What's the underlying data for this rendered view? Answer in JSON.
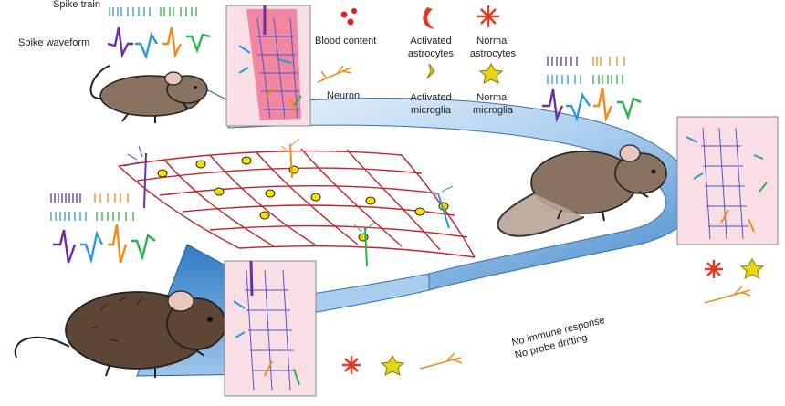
{
  "labels": {
    "spike_train": "Spike train",
    "spike_waveform": "Spike waveform"
  },
  "legend": {
    "blood_content": "Blood content",
    "activated_astrocytes": [
      "Activated",
      "astrocytes"
    ],
    "normal_astrocytes": [
      "Normal",
      "astrocytes"
    ],
    "neuron": "Neuron",
    "activated_microglia": [
      "Activated",
      "microglia"
    ],
    "normal_microglia": [
      "Normal",
      "microglia"
    ]
  },
  "caption": [
    "No immune response",
    "No probe drifting"
  ],
  "colors": {
    "purple": "#6a2fa0",
    "orange": "#f08a1c",
    "blue": "#2d9ad8",
    "green": "#2bb24c",
    "mesh": "#c0262d",
    "node": "#f5e100",
    "astro": "#e03a22",
    "tissue": "#f9dfe5",
    "arrow": "#5b9bd5",
    "mouse": "#8a7261"
  }
}
